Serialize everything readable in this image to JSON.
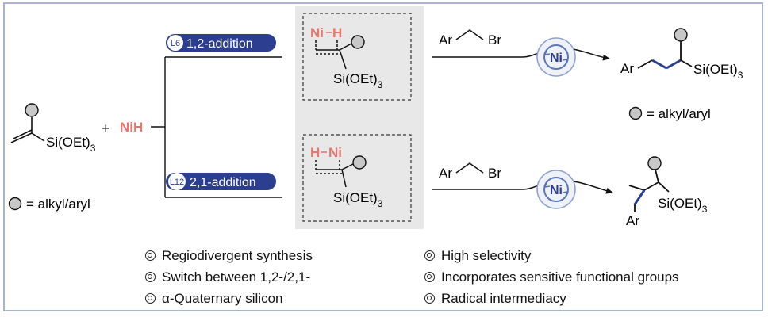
{
  "reagent": "NiH",
  "plus": "+",
  "substrate_group": "Si(OEt)",
  "subscript_three": "3",
  "legend": "= alkyl/aryl",
  "ni_h_top": {
    "ni": "Ni",
    "h": "H"
  },
  "ni_h_bottom": {
    "h": "H",
    "ni": "Ni"
  },
  "ligand_top": "L6",
  "ligand_bottom": "L12",
  "pathway_top": "1,2-addition",
  "pathway_bottom": "2,1-addition",
  "reagent_ar": "Ar",
  "reagent_br": "Br",
  "catalyst": "Ni",
  "product_ar": "Ar",
  "colors": {
    "accent_red": "#e8766d",
    "navy": "#2c3e8f",
    "frame": "#a9b4cf",
    "panel": "#e8e8e8",
    "ring": "#5b76b8"
  },
  "bullets_left": [
    "Regiodivergent synthesis",
    "Switch between 1,2-/2,1-",
    "α-Quaternary silicon"
  ],
  "bullets_right": [
    "High selectivity",
    "Incorporates sensitive functional groups",
    "Radical intermediacy"
  ]
}
